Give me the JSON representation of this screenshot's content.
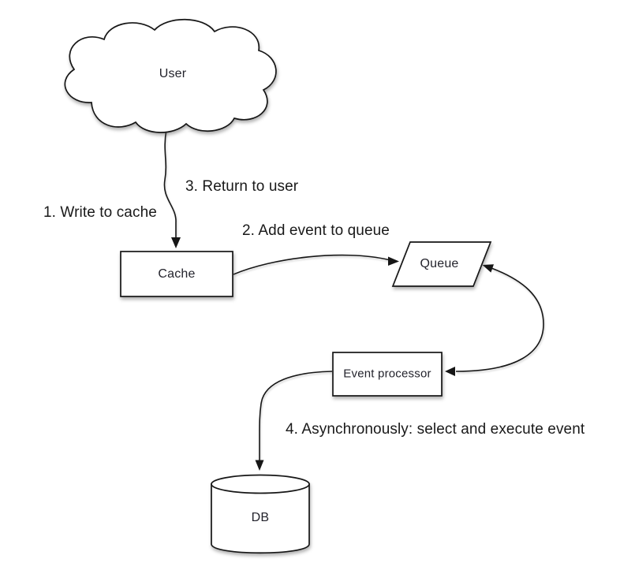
{
  "colors": {
    "background": "#ffffff",
    "line": "#161616",
    "shape_fill": "#ffffff",
    "node_text": "#23232c",
    "label_text": "#191919"
  },
  "nodes": [
    {
      "id": "user",
      "label": "User",
      "shape": "cloud"
    },
    {
      "id": "cache",
      "label": "Cache",
      "shape": "rectangle"
    },
    {
      "id": "queue",
      "label": "Queue",
      "shape": "parallelogram"
    },
    {
      "id": "event_processor",
      "label": "Event processor",
      "shape": "rectangle"
    },
    {
      "id": "db",
      "label": "DB",
      "shape": "cylinder"
    }
  ],
  "edges": [
    {
      "from": "user",
      "to": "cache",
      "bidirectional": false,
      "labels": [
        "1. Write to cache",
        "3. Return to user"
      ]
    },
    {
      "from": "cache",
      "to": "queue",
      "bidirectional": false,
      "labels": [
        "2. Add event to queue"
      ]
    },
    {
      "from": "queue",
      "to": "event_processor",
      "bidirectional": true,
      "labels": []
    },
    {
      "from": "event_processor",
      "to": "db",
      "bidirectional": false,
      "labels": [
        "4. Asynchronously: select and execute event"
      ]
    }
  ]
}
